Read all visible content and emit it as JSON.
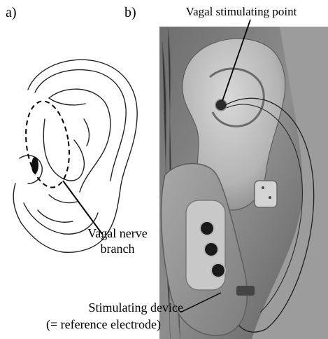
{
  "panel_a": {
    "label": "a)",
    "annotation": "Vagal nerve branch",
    "annotation_line1": "Vagal nerve",
    "annotation_line2": "branch"
  },
  "panel_b": {
    "label": "b)",
    "top_annotation": "Vagal stimulating point",
    "device_annotation_line1": "Stimulating device",
    "device_annotation_line2": "(= reference electrode)"
  },
  "colors": {
    "photo_dark": "#3a3a3a",
    "photo_mid": "#8c8c8c",
    "skin_light": "#cfcfcf",
    "device_gray": "#9a9a9a"
  }
}
